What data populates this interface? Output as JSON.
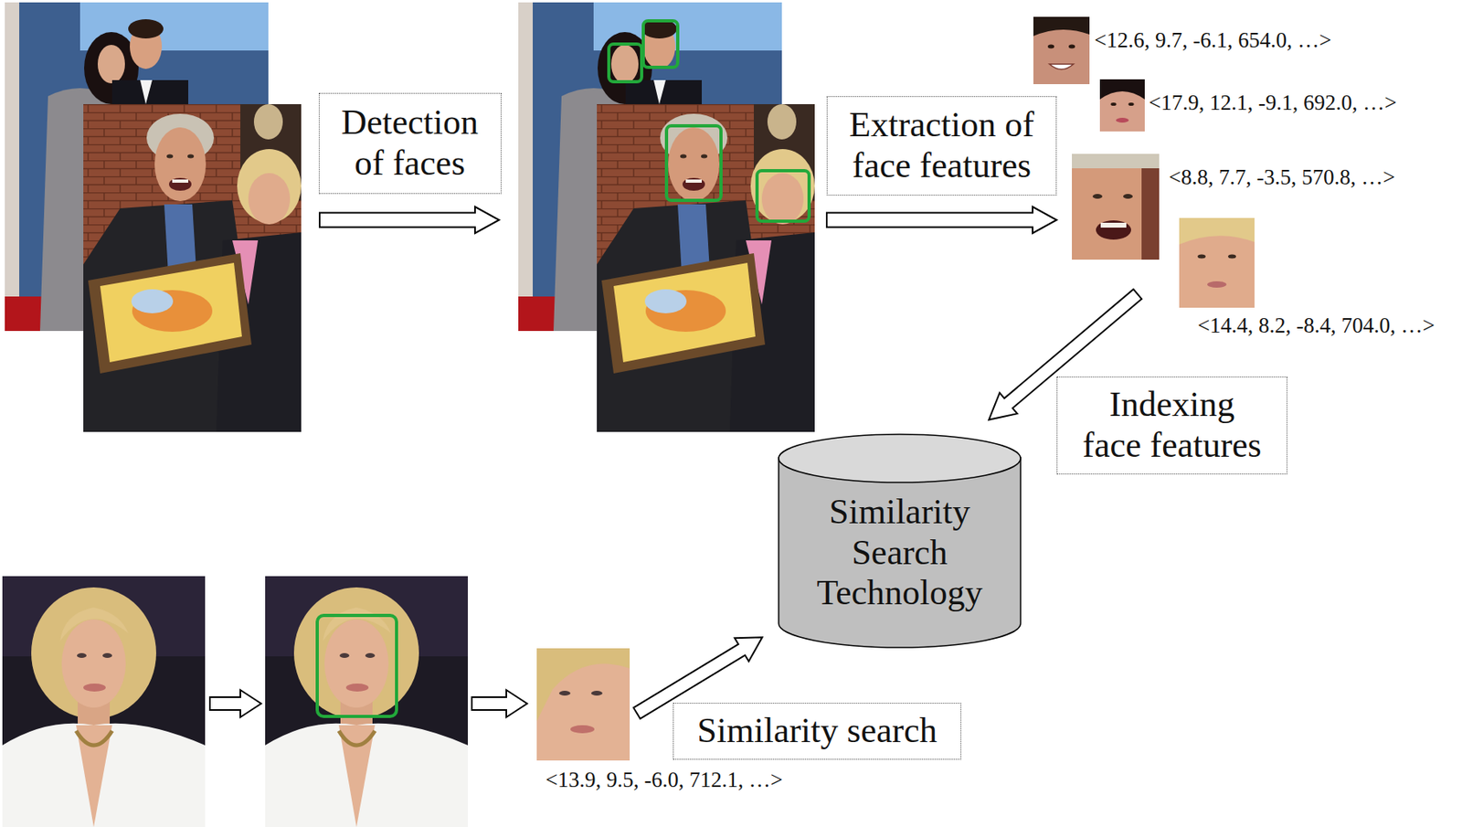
{
  "diagram": {
    "nodes": [
      {
        "text": [
          "Detection of faces"
        ]
      },
      {
        "text": [
          "Extraction of face features"
        ]
      },
      {
        "text": [
          "Indexing face features"
        ]
      },
      {
        "text": [
          "Similarity Search Technology"
        ]
      },
      {
        "text": [
          "Similarity search"
        ]
      }
    ],
    "labels": [
      "<12.6, 9.7, -6.1, 654.0, …>",
      "<17.9, 12.1, -9.1, 692.0, …>",
      "<8.8, 7.7, -3.5, 570.8, …>",
      "<14.4, 8.2, -8.4, 704.0, …>",
      "<13.9, 9.5, -6.0, 712.1, …>"
    ]
  }
}
